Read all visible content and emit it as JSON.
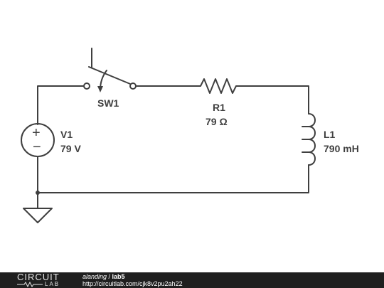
{
  "schematic": {
    "switch": {
      "name": "SW1"
    },
    "resistor": {
      "name": "R1",
      "value": "79 Ω"
    },
    "source": {
      "name": "V1",
      "value": "79 V",
      "plus": "+",
      "minus": "−"
    },
    "inductor": {
      "name": "L1",
      "value": "790 mH"
    }
  },
  "footer": {
    "logo_top": "CIRCUIT",
    "logo_bottom": "LAB",
    "author": "alanding",
    "separator": " / ",
    "title": "lab5",
    "url": "http://circuitlab.com/cjk8v2pu2ah22"
  },
  "colors": {
    "ink": "#3f3f3f",
    "footer_bg": "#1f1f1f",
    "background": "#ffffff"
  }
}
